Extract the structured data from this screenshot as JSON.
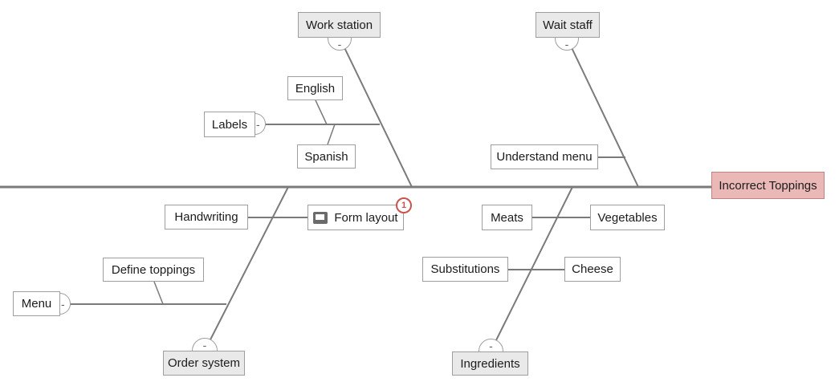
{
  "diagram": {
    "type": "fishbone-cause-effect",
    "toggle_symbol": "-",
    "effect": {
      "label": "Incorrect Toppings"
    },
    "colors": {
      "line": "#7a7a7a",
      "node_border": "#9e9e9e",
      "node_fill": "#ffffff",
      "category_fill": "#e9e9e9",
      "effect_fill": "#eab8b6",
      "effect_border": "#c08381",
      "badge_red": "#c9534f"
    },
    "nodes": {
      "work_station": {
        "label": "Work station",
        "kind": "category",
        "side": "top"
      },
      "wait_staff": {
        "label": "Wait staff",
        "kind": "category",
        "side": "top"
      },
      "order_system": {
        "label": "Order system",
        "kind": "category",
        "side": "bottom"
      },
      "ingredients": {
        "label": "Ingredients",
        "kind": "category",
        "side": "bottom"
      },
      "labels": {
        "label": "Labels",
        "kind": "cause-group"
      },
      "english": {
        "label": "English",
        "kind": "cause"
      },
      "spanish": {
        "label": "Spanish",
        "kind": "cause"
      },
      "understand_menu": {
        "label": "Understand menu",
        "kind": "cause"
      },
      "handwriting": {
        "label": "Handwriting",
        "kind": "cause"
      },
      "form_layout": {
        "label": "Form layout",
        "kind": "cause",
        "badge_count": "1",
        "icon": "note-icon"
      },
      "define_toppings": {
        "label": "Define toppings",
        "kind": "cause"
      },
      "menu": {
        "label": "Menu",
        "kind": "cause-group"
      },
      "meats": {
        "label": "Meats",
        "kind": "cause"
      },
      "vegetables": {
        "label": "Vegetables",
        "kind": "cause"
      },
      "substitutions": {
        "label": "Substitutions",
        "kind": "cause"
      },
      "cheese": {
        "label": "Cheese",
        "kind": "cause"
      }
    }
  }
}
